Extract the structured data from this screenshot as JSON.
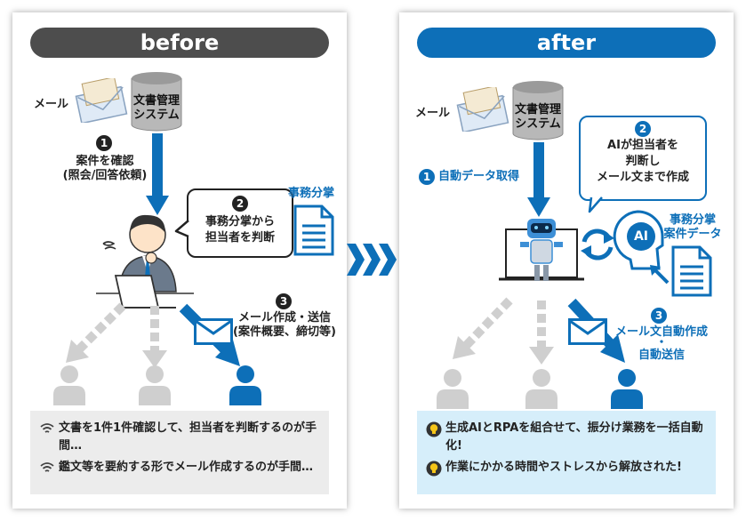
{
  "before": {
    "title": "before",
    "mail_label": "メール",
    "system_label_1": "文書管理",
    "system_label_2": "システム",
    "step1_num": "1",
    "step1_line1": "案件を確認",
    "step1_line2": "(照会/回答依頼)",
    "step2_num": "2",
    "step2_line1": "事務分掌から",
    "step2_line2": "担当者を判断",
    "doc_label": "事務分掌",
    "step3_num": "3",
    "step3_line1": "メール作成・送信",
    "step3_line2": "(案件概要、締切等)",
    "note_1": "文書を1件1件確認して、担当者を判断するのが手間…",
    "note_2": "鑑文等を要約する形でメール作成するのが手間…"
  },
  "after": {
    "title": "after",
    "mail_label": "メール",
    "system_label_1": "文書管理",
    "system_label_2": "システム",
    "step1_num": "1",
    "step1_text": "自動データ取得",
    "step2_num": "2",
    "step2_line1": "AIが担当者を",
    "step2_line2": "判断し",
    "step2_line3": "メール文まで作成",
    "ai_label": "AI",
    "doc_label_1": "事務分掌",
    "doc_label_2": "案件データ",
    "step3_num": "3",
    "step3_line1": "メール文自動作成",
    "step3_line2": "・",
    "step3_line3": "自動送信",
    "note_1": "生成AIとRPAを組合せて、振分け業務を一括自動化!",
    "note_2": "作業にかかる時間やストレスから解放された!"
  },
  "colors": {
    "accent": "#0d6fb8",
    "dark": "#4d4d4d",
    "gray": "#cfcfcf"
  }
}
